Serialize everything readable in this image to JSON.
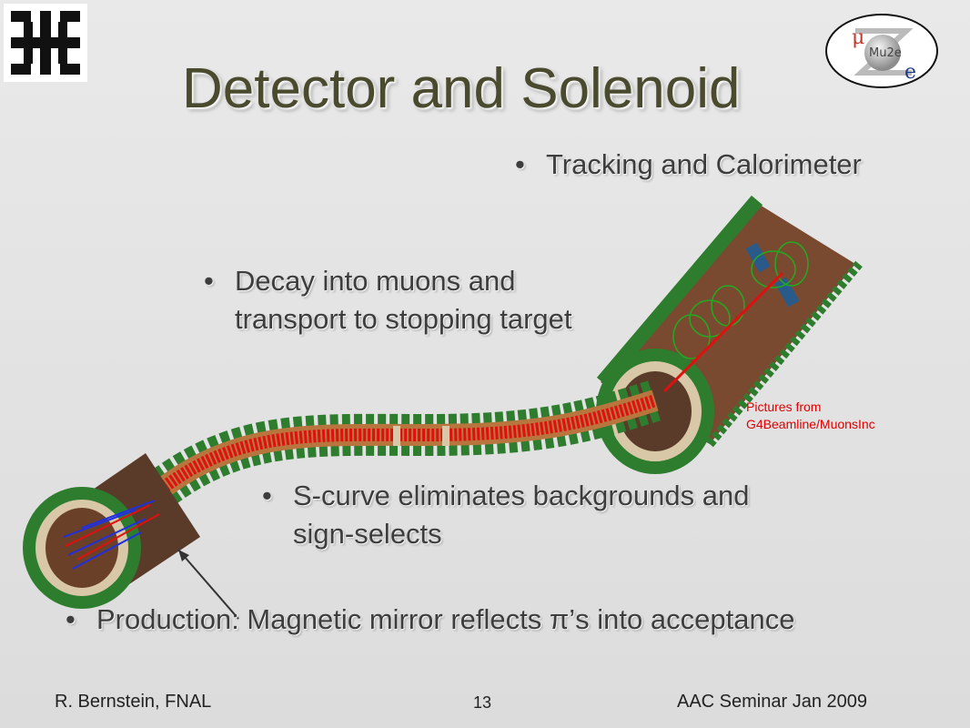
{
  "slide": {
    "title": "Detector and Solenoid",
    "bullets": {
      "tracking": "Tracking and Calorimeter",
      "decay": "Decay into muons and transport to stopping target",
      "scurve": "S-curve eliminates backgrounds and sign-selects",
      "production": "Production: Magnetic mirror reflects π’s into acceptance"
    },
    "bullet_glyph": "•",
    "credit_line1": "Pictures from",
    "credit_line2": "G4Beamline/MuonsInc",
    "footer_left": "R. Bernstein, FNAL",
    "page_number": "13",
    "footer_right": "AAC Seminar Jan 2009"
  },
  "logos": {
    "left": "fermilab-logo",
    "right": {
      "mu": "μ",
      "name": "Mu2e",
      "e": "e"
    }
  },
  "colors": {
    "title": "#4a4a2e",
    "coil_green": "#2e7d2e",
    "beam_red": "#e01010",
    "beam_blue": "#2030e0",
    "credit": "#e10000"
  }
}
